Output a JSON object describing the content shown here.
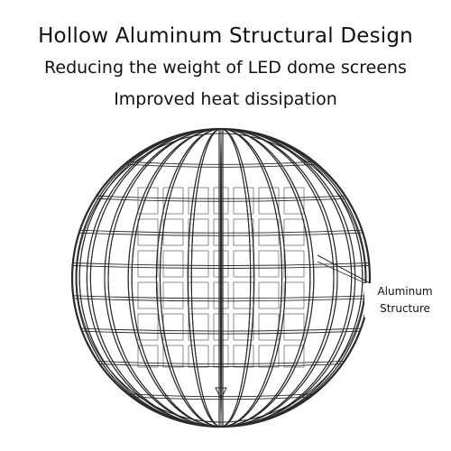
{
  "header": {
    "title": "Hollow Aluminum Structural Design",
    "line2": "Reducing the weight of LED dome screens",
    "line3": "Improved heat dissipation"
  },
  "callout": {
    "line1": "Aluminum",
    "line2": "Structure"
  },
  "colors": {
    "stroke": "#2a2a2a",
    "text": "#111111",
    "background": "#ffffff"
  }
}
